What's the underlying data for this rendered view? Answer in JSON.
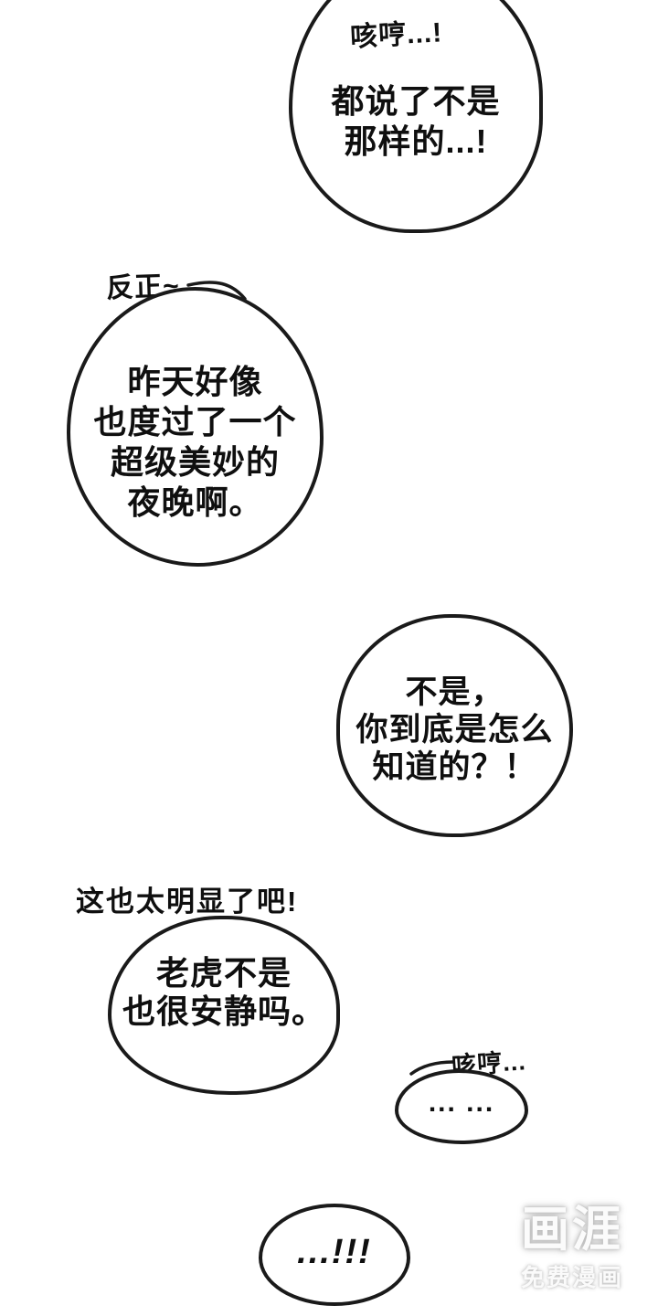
{
  "canvas": {
    "background": "#ffffff",
    "ink_color": "#1a1a1a"
  },
  "bubbles": [
    {
      "name": "cough-denial",
      "heading": "咳哼...!",
      "lines": [
        "都说了不是",
        "那样的...!"
      ]
    },
    {
      "name": "anyway-last-night",
      "label": "反正~",
      "lines": [
        "昨天好像",
        "也度过了一个",
        "超级美妙的",
        "夜晚啊。"
      ]
    },
    {
      "name": "how-did-you-know",
      "lines": [
        "不是，",
        "你到底是怎么",
        "知道的？！"
      ]
    },
    {
      "name": "too-obvious-tiger",
      "label": "这也太明显了吧!",
      "lines": [
        "老虎不是",
        "也很安静吗。"
      ]
    },
    {
      "name": "hem-silence",
      "label": "咳哼...",
      "lines": [
        "... ..."
      ]
    },
    {
      "name": "shock",
      "lines": [
        "...!!!"
      ]
    }
  ],
  "watermark": {
    "logo": "画涯",
    "subtitle": "免费漫画",
    "glow_color": "#bdbdbd"
  }
}
